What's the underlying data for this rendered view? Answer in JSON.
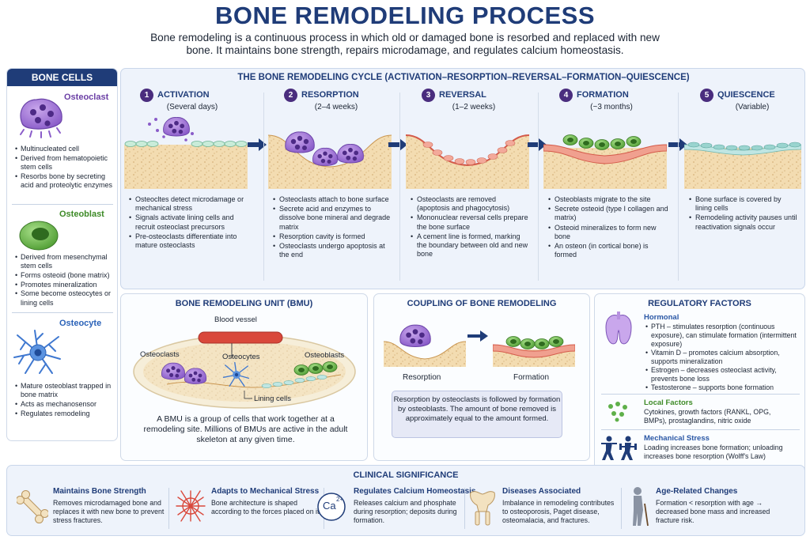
{
  "header": {
    "title": "BONE REMODELING PROCESS",
    "subtitle": "Bone remodeling is a continuous process in which old or damaged bone is resorbed and replaced with new bone. It maintains bone strength, repairs microdamage, and regulates calcium homeostasis."
  },
  "cells": {
    "title": "BONE CELLS",
    "osteoclast": {
      "name": "Osteoclast",
      "points": [
        "Multinucleated cell",
        "Derived from hematopoietic stem cells",
        "Resorbs bone by secreting acid and proteolytic enzymes"
      ]
    },
    "osteoblast": {
      "name": "Osteoblast",
      "points": [
        "Derived from mesenchymal stem cells",
        "Forms osteoid (bone matrix)",
        "Promotes mineralization",
        "Some become osteocytes or lining cells"
      ]
    },
    "osteocyte": {
      "name": "Osteocyte",
      "points": [
        "Mature osteoblast trapped in bone matrix",
        "Acts as mechanosensor",
        "Regulates remodeling"
      ]
    }
  },
  "cycle": {
    "title": "THE BONE REMODELING CYCLE (ACTIVATION–RESORPTION–REVERSAL–FORMATION–QUIESCENCE)",
    "stages": [
      {
        "num": "1",
        "name": "ACTIVATION",
        "duration": "(Several days)",
        "points": [
          "Osteocltes detect microdamage or mechanical stress",
          "Signals activate lining cells and recruit osteoclast precursors",
          "Pre-osteoclasts differentiate into mature osteoclasts"
        ]
      },
      {
        "num": "2",
        "name": "RESORPTION",
        "duration": "(2–4 weeks)",
        "points": [
          "Osteoclasts attach to bone surface",
          "Secrete acid and enzymes to dissolve bone mineral and degrade matrix",
          "Resorption cavity is formed",
          "Osteoclasts undergo apoptosis at the end"
        ]
      },
      {
        "num": "3",
        "name": "REVERSAL",
        "duration": "(1–2 weeks)",
        "points": [
          "Osteoclasts are removed (apoptosis and phagocytosis)",
          "Mononuclear reversal cells prepare the bone surface",
          "A cement line is formed, marking the boundary between old and new bone"
        ]
      },
      {
        "num": "4",
        "name": "FORMATION",
        "duration": "(~3 months)",
        "points": [
          "Osteoblasts migrate to the site",
          "Secrete osteoid (type I collagen and matrix)",
          "Osteoid mineralizes to form new bone",
          "An osteon (in cortical bone) is formed"
        ]
      },
      {
        "num": "5",
        "name": "QUIESCENCE",
        "duration": "(Variable)",
        "points": [
          "Bone surface is covered by lining cells",
          "Remodeling activity pauses until reactivation signals occur"
        ]
      }
    ]
  },
  "bmu": {
    "title": "BONE REMODELING UNIT (BMU)",
    "labels": {
      "vessel": "Blood vessel",
      "osteoclasts": "Osteoclasts",
      "osteocytes": "Osteocytes",
      "osteoblasts": "Osteoblasts",
      "lining": "Lining cells"
    },
    "text": "A BMU is a group of cells that work together at a remodeling site. Millions of BMUs are active in the adult skeleton at any given time."
  },
  "coupling": {
    "title": "COUPLING OF BONE REMODELING",
    "resorption": "Resorption",
    "formation": "Formation",
    "text": "Resorption by osteoclasts is followed by formation by osteoblasts. The amount of bone removed is approximately equal to the amount formed."
  },
  "regulatory": {
    "title": "REGULATORY FACTORS",
    "hormonal": {
      "name": "Hormonal",
      "points": [
        "PTH – stimulates resorption (continuous exposure), can stimulate formation (intermittent exposure)",
        "Vitamin D – promotes calcium absorption, supports mineralization",
        "Estrogen – decreases osteoclast activity, prevents bone loss",
        "Testosterone – supports bone formation"
      ]
    },
    "local": {
      "name": "Local Factors",
      "text": "Cytokines, growth factors (RANKL, OPG, BMPs), prostaglandins, nitric oxide"
    },
    "mechanical": {
      "name": "Mechanical Stress",
      "text": "Loading increases bone formation; unloading increases bone resorption (Wolff's Law)"
    }
  },
  "clinical": {
    "title": "CLINICAL SIGNIFICANCE",
    "items": [
      {
        "name": "Maintains Bone Strength",
        "text": "Removes microdamaged bone and replaces it with new bone to prevent stress fractures."
      },
      {
        "name": "Adapts to Mechanical Stress",
        "text": "Bone architecture is shaped according to the forces placed on it."
      },
      {
        "name": "Regulates Calcium Homeostasis",
        "text": "Releases calcium and phosphate during resorption; deposits during formation."
      },
      {
        "name": "Diseases Associated",
        "text": "Imbalance in remodeling contributes to osteoporosis, Paget disease, osteomalacia, and fractures."
      },
      {
        "name": "Age-Related Changes",
        "text": "Formation < resorption with age → decreased bone mass and increased fracture risk."
      }
    ],
    "ca_symbol": "Ca",
    "ca_charge": "2+"
  }
}
